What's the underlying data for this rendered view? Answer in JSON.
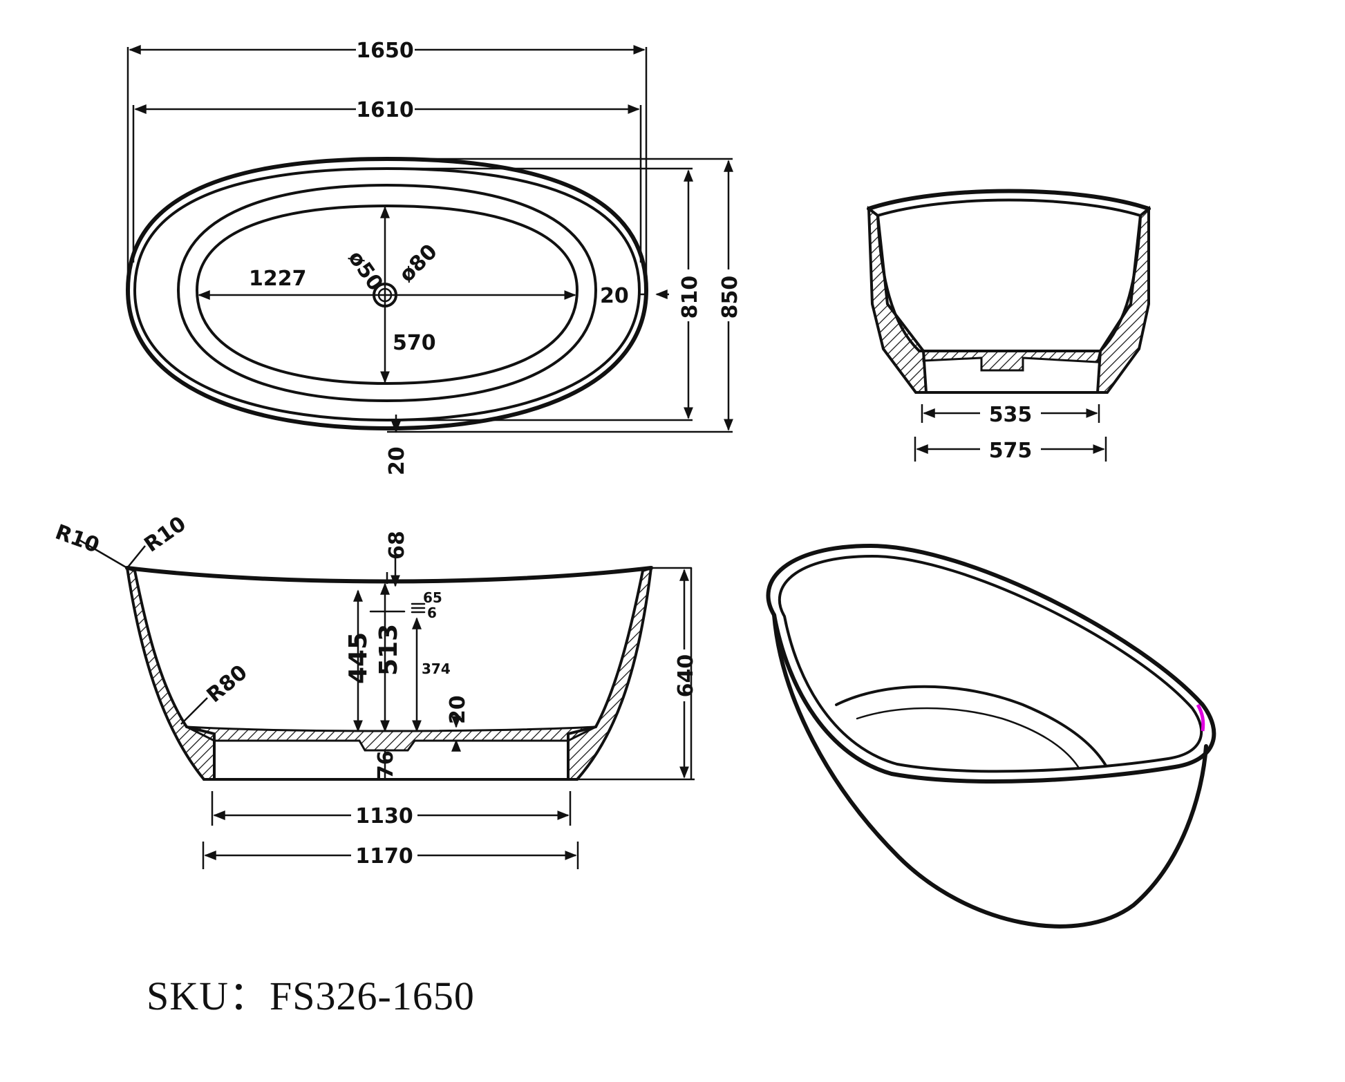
{
  "sku_label": "SKU：FS326-1650",
  "top_view": {
    "dims": {
      "overall_length": "1650",
      "inner_length": "1610",
      "basin_length": "1227",
      "basin_width": "570",
      "rim_right": "20",
      "rim_bottom": "20",
      "inner_width": "810",
      "overall_width": "850",
      "drain_small": "ø50",
      "drain_large": "ø80"
    }
  },
  "end_view": {
    "dims": {
      "base_inner": "535",
      "base_outer": "575"
    }
  },
  "side_view": {
    "dims": {
      "radius_left": "R10",
      "radius_right": "R10",
      "radius_bottom": "R80",
      "rim_to_overflow": "68",
      "overflow_a": "65",
      "overflow_b": "6",
      "depth_445": "445",
      "depth_513": "513",
      "depth_374": "374",
      "floor_20": "20",
      "drain_76": "76",
      "overall_height": "640",
      "base_inner": "1130",
      "base_outer": "1170"
    }
  },
  "highlight_color": "#e000e0"
}
